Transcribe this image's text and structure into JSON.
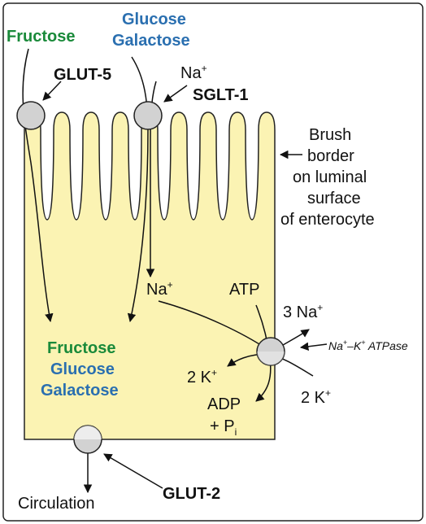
{
  "labels": {
    "top_fructose": "Fructose",
    "top_glucose": "Glucose",
    "top_galactose": "Galactose",
    "glut5": "GLUT-5",
    "na_top": "Na",
    "na_sup": "+",
    "sglt1": "SGLT-1",
    "brush_line1": "Brush",
    "brush_line2": "border",
    "brush_line3": "on luminal",
    "brush_line4": "surface",
    "brush_line5": "of enterocyte",
    "na_mid": "Na",
    "na_mid_sup": "+",
    "atp": "ATP",
    "three_na": "3 Na",
    "three_na_sup": "+",
    "pump": "Na",
    "pump_sup1": "+",
    "pump_mid": "–K",
    "pump_sup2": "+",
    "pump_end": " ATPase",
    "two_k_left": "2 K",
    "two_k_left_sup": "+",
    "two_k_right": "2 K",
    "two_k_right_sup": "+",
    "adp": "ADP",
    "pi_plus": "+ P",
    "pi_sub": "i",
    "inner_fructose": "Fructose",
    "inner_glucose": "Glucose",
    "inner_galactose": "Galactose",
    "circulation": "Circulation",
    "glut2": "GLUT-2"
  },
  "colors": {
    "cell_fill": "#fbf3b3",
    "fructose": "#1a8a3a",
    "glucose": "#2a6fb0",
    "transporter": "#d2d2d2"
  }
}
